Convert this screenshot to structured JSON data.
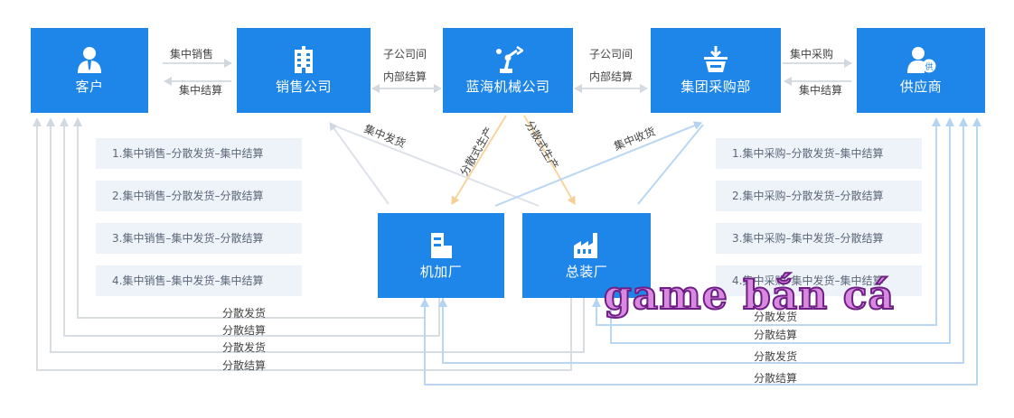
{
  "nodes": {
    "customer": "客户",
    "sales_company": "销售公司",
    "lanhai": "蓝海机械公司",
    "purchase_dept": "集团采购部",
    "supplier": "供应商",
    "machining_plant": "机加厂",
    "assembly_plant": "总装厂"
  },
  "supplier_icon_glyph": "供",
  "top_labels": {
    "central_sales": "集中销售",
    "central_settle_left": "集中结算",
    "sub_internal_left_1": "子公司间",
    "sub_internal_left_2": "内部结算",
    "sub_internal_right_1": "子公司间",
    "sub_internal_right_2": "内部结算",
    "central_purchase": "集中采购",
    "central_settle_right": "集中结算"
  },
  "diag_labels": {
    "central_delivery": "集中发货",
    "dist_prod_1": "分散式生产",
    "dist_prod_2": "分散式生产",
    "central_receipt": "集中收货"
  },
  "sales_modes": [
    "1.集中销售–分散发货–集中结算",
    "2.集中销售–分散发货–分散结算",
    "3.集中销售–集中发货–分散结算",
    "4.集中销售–集中发货–集中结算"
  ],
  "purchase_modes": [
    "1.集中采购–分散发货–集中结算",
    "2.集中采购–分散发货–分散结算",
    "3.集中采购–集中发货–分散结算",
    "4.集中采购–集中发货–集中结算"
  ],
  "bottom_left_labels": [
    "分散发货",
    "分散结算",
    "分散发货",
    "分散结算"
  ],
  "bottom_right_labels": [
    "分散发货",
    "分散结算",
    "分散发货",
    "分散结算"
  ],
  "watermark": "game bắn cá",
  "colors": {
    "node": "#1f86e9",
    "mode_bg": "#eef3fa",
    "line_gray": "#d8dde4",
    "line_blue": "#b9d7f3",
    "line_orange": "#f7d5a0"
  }
}
